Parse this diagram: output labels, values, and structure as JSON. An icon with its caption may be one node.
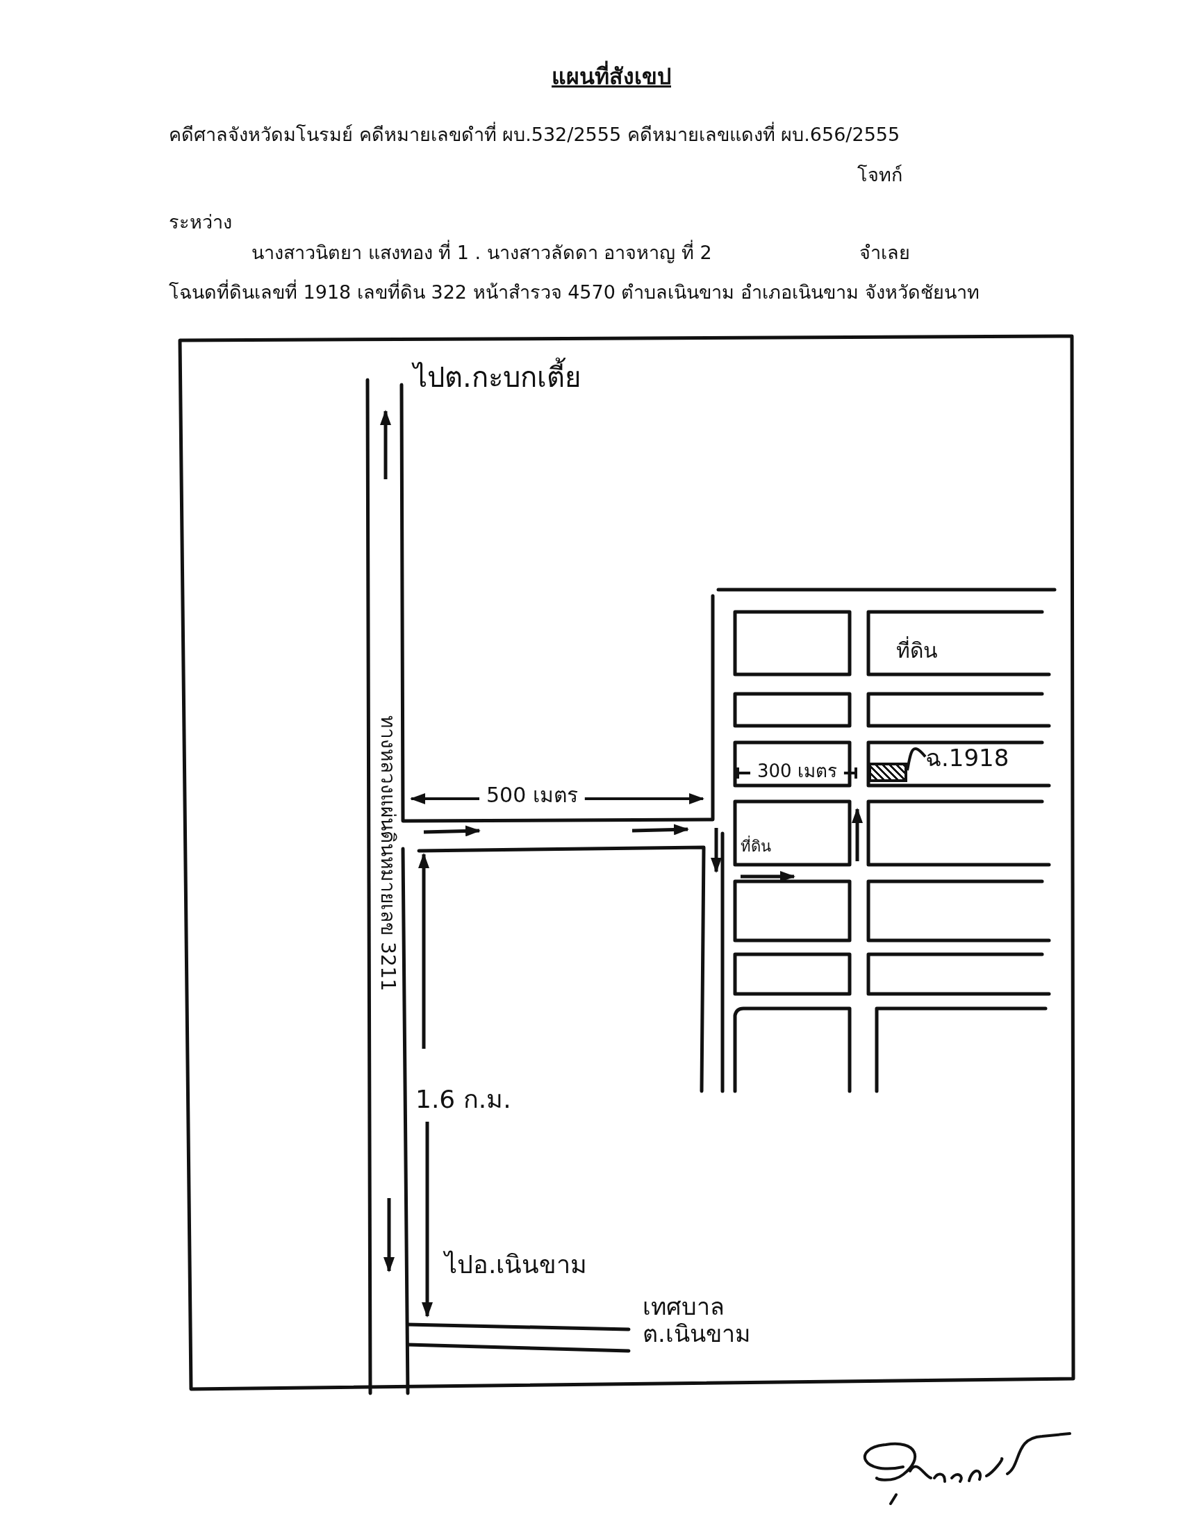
{
  "diagram": {
    "title": "แผนที่สังเขป",
    "nodes": [
      {
        "text": [
          "ฉ.1918"
        ]
      },
      {
        "text": [],
        "shape": "box"
      }
    ],
    "edges": [
      {
        "from": 0,
        "to": 1,
        "arrow": "none"
      }
    ],
    "labels": [
      "คดีศาลจังหวัดมโนรมย์ คดีหมายเลขดำที่ ผบ.532/2555 คดีหมายเลขแดงที่ ผบ.656/2555",
      "โจทก์",
      "ระหว่าง",
      "นางสาวนิตยา แสงทอง ที่ 1 . นางสาวลัดดา อาจหาญ ที่ 2",
      "จำเลย",
      "โฉนดที่ดินเลขที่ 1918 เลขที่ดิน 322 หน้าสำรวจ 4570 ตำบลเนินขาม อำเภอเนินขาม จังหวัดชัยนาท",
      "ไปต.กะบกเตี้ย",
      "ทางหลวงแผ่นดินหมายเลข 3211",
      "ที่ดิน",
      "300 เมตร",
      "500 เมตร",
      "ที่ดิน",
      "1.6 ก.ม.",
      "ไปอ.เนินขาม",
      "เทศบาล ต.เนินขาม"
    ]
  }
}
